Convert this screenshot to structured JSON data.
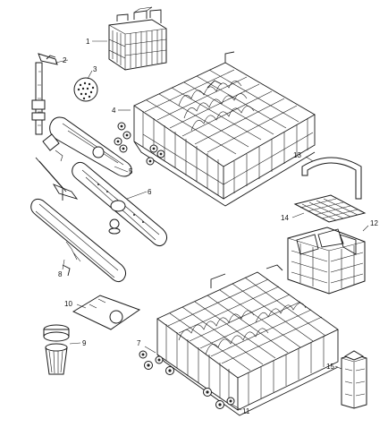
{
  "callouts": [
    {
      "label": "1",
      "part": "cutlery-basket-small"
    },
    {
      "label": "2",
      "part": "spray-arm-upper"
    },
    {
      "label": "3",
      "part": "disc-filter"
    },
    {
      "label": "4",
      "part": "upper-rack-wheels"
    },
    {
      "label": "5",
      "part": "spray-arm-middle"
    },
    {
      "label": "6",
      "part": "spray-arm-lower"
    },
    {
      "label": "7",
      "part": "lower-rack-wheels-left"
    },
    {
      "label": "8",
      "part": "spray-pipe"
    },
    {
      "label": "9",
      "part": "filter-cup"
    },
    {
      "label": "10",
      "part": "filter-plate"
    },
    {
      "label": "11",
      "part": "lower-rack-wheels-front"
    },
    {
      "label": "12",
      "part": "cutlery-basket-large"
    },
    {
      "label": "13",
      "part": "basket-handle"
    },
    {
      "label": "14",
      "part": "basket-lid-grid"
    },
    {
      "label": "15",
      "part": "cutlery-holder-single"
    }
  ],
  "colors": {
    "line": "#1a1a1a",
    "background": "#ffffff"
  }
}
